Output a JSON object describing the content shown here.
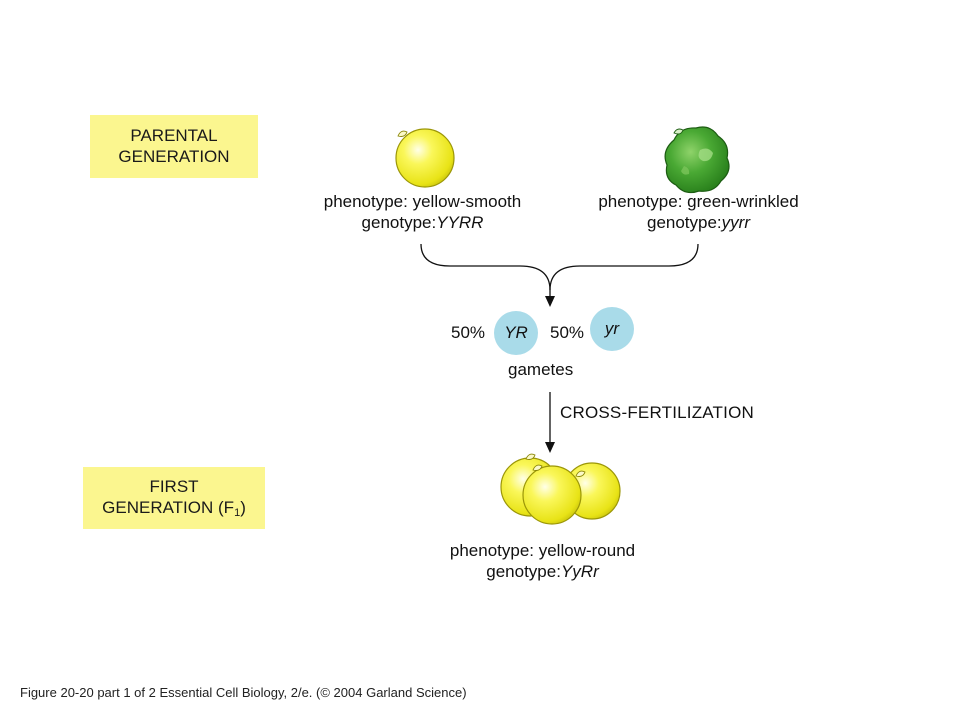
{
  "parental": {
    "line1": "PARENTAL",
    "line2": "GENERATION"
  },
  "first_generation": {
    "line1": "FIRST",
    "line2_prefix": "GENERATION (F",
    "line2_sub": "1",
    "line2_suffix": ")"
  },
  "yellow_parent": {
    "phenotype": "phenotype: yellow-smooth",
    "genotype_label": "genotype:",
    "genotype_value": "YYRR"
  },
  "green_parent": {
    "phenotype": "phenotype: green-wrinkled",
    "genotype_label": "genotype:",
    "genotype_value": "yyrr"
  },
  "gametes": {
    "pct1": "50%",
    "allele1": "YR",
    "pct2": "50%",
    "allele2": "yr",
    "label": "gametes"
  },
  "cross": "CROSS-FERTILIZATION",
  "f1": {
    "phenotype": "phenotype: yellow-round",
    "genotype_label": "genotype:",
    "genotype_value": "YyRr"
  },
  "figure_caption": "Figure 20-20  part 1 of 2 Essential Cell Biology, 2/e. (© 2004 Garland Science)",
  "colors": {
    "label_bg": "#fbf68f",
    "pea_yellow": "#f5f23a",
    "pea_green": "#3d9a2c",
    "gamete_blue": "#a9dbe9"
  }
}
